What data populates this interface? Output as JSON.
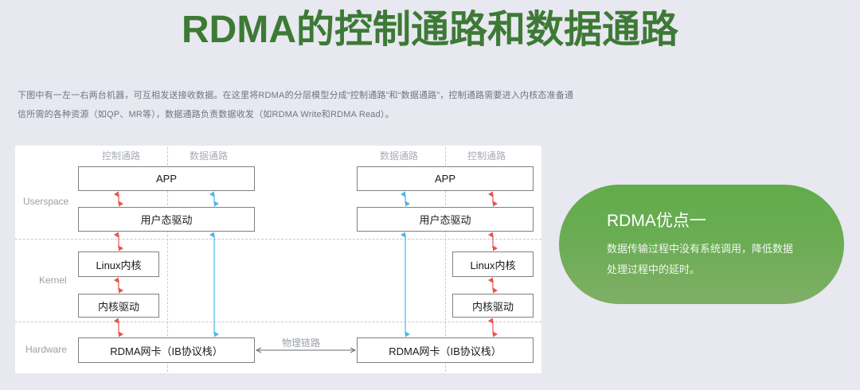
{
  "page": {
    "background_color": "#e8e8f0",
    "title": "RDMA的控制通路和数据通路",
    "title_color": "#3d7a35",
    "intro": "下图中有一左一右两台机器，可互相发送接收数据。在这里将RDMA的分层模型分成“控制通路”和“数据通路”，控制通路需要进入内核态准备通信所需的各种资源（如QP、MR等），数据通路负责数据收发（如RDMA Write和RDMA Read）。"
  },
  "diagram": {
    "layers": [
      {
        "name": "Userspace"
      },
      {
        "name": "Kernel"
      },
      {
        "name": "Hardware"
      }
    ],
    "left_machine": {
      "headers": {
        "control": "控制通路",
        "data": "数据通路"
      },
      "boxes": {
        "app": "APP",
        "user_driver": "用户态驱动",
        "linux_kernel": "Linux内核",
        "kernel_driver": "内核驱动",
        "nic": "RDMA网卡（IB协议栈）"
      }
    },
    "right_machine": {
      "headers": {
        "data": "数据通路",
        "control": "控制通路"
      },
      "boxes": {
        "app": "APP",
        "user_driver": "用户态驱动",
        "linux_kernel": "Linux内核",
        "kernel_driver": "内核驱动",
        "nic": "RDMA网卡（IB协议栈）"
      }
    },
    "physical_link_label": "物理链路",
    "arrow_colors": {
      "control_path": "#e8554e",
      "data_path": "#4cb8e8",
      "physical_link": "#6b6b6b"
    }
  },
  "callout": {
    "title": "RDMA优点一",
    "body": "数据传输过程中没有系统调用，降低数据处理过程中的延时。",
    "gradient_from": "#63ab4c",
    "gradient_to": "#7fae66"
  }
}
